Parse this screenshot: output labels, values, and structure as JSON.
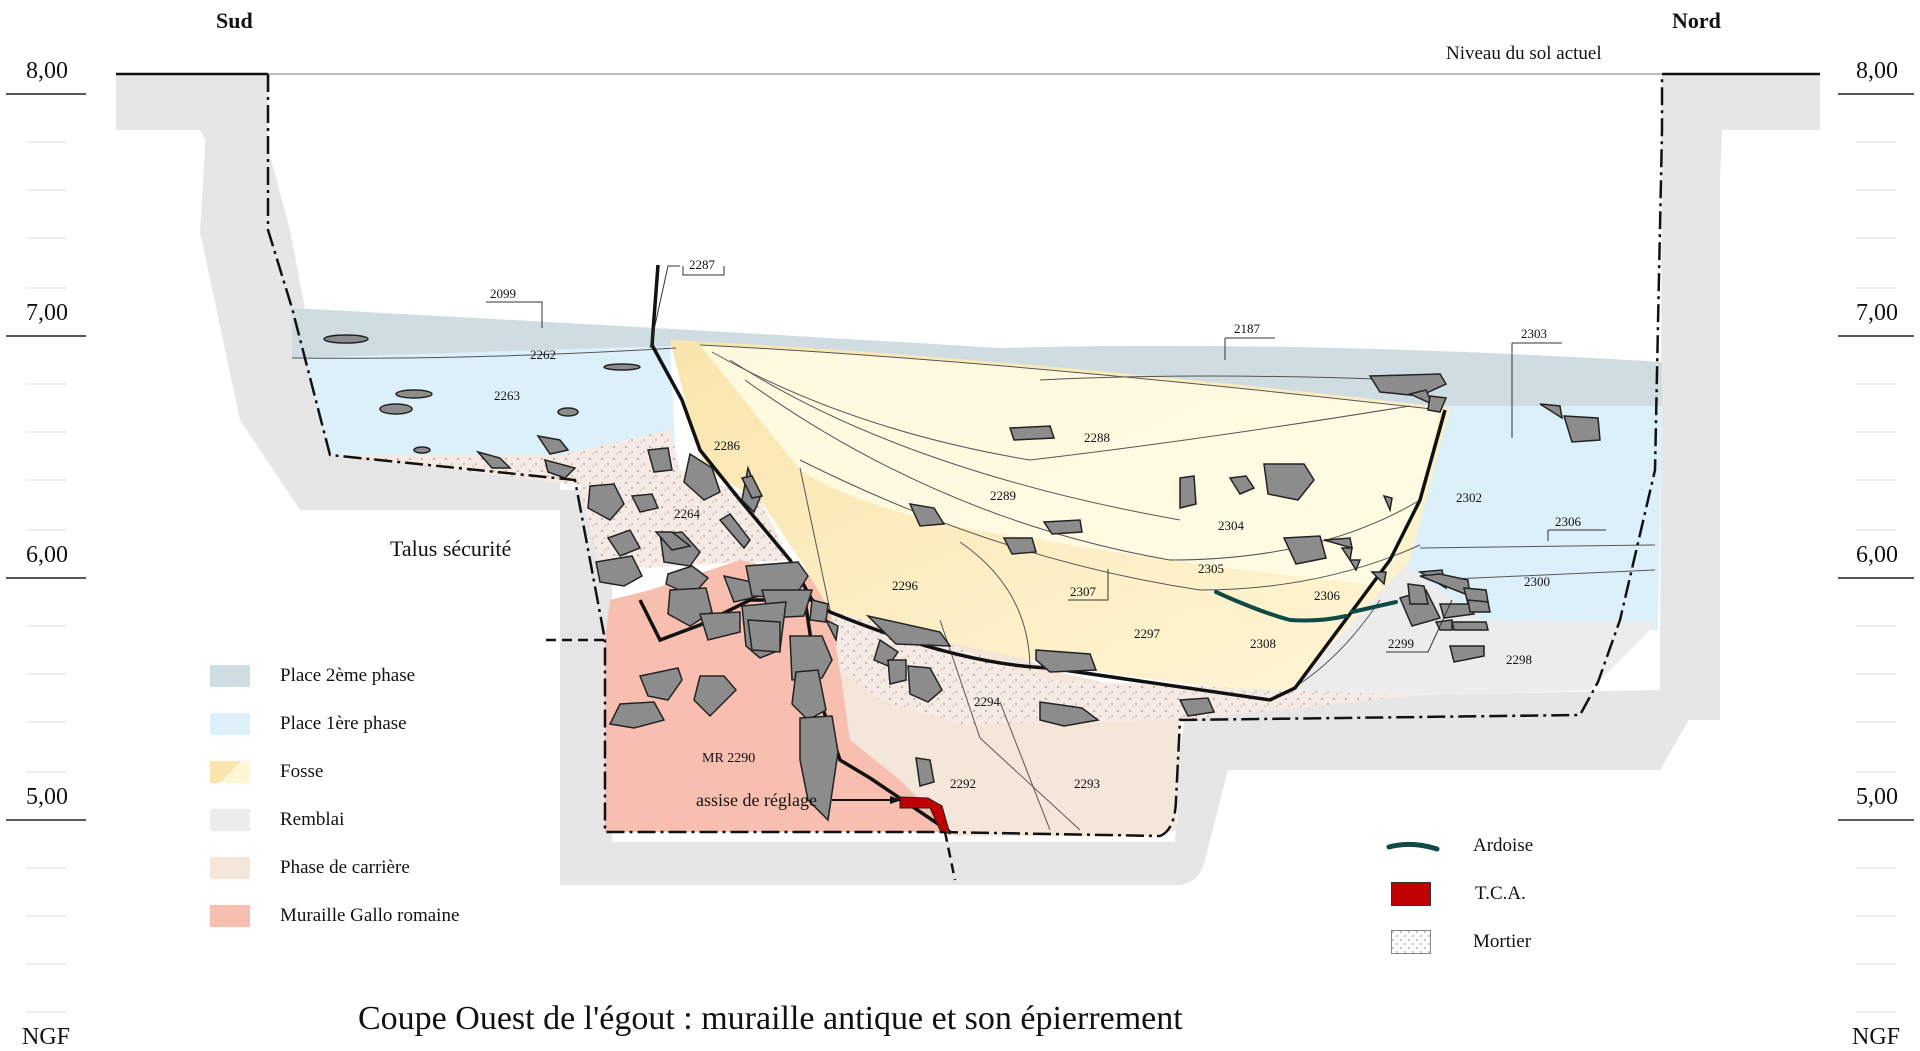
{
  "orientation": {
    "left": "Sud",
    "right": "Nord"
  },
  "niveau_label": "Niveau du sol actuel",
  "talus_label": "Talus sécurité",
  "title": "Coupe Ouest de l'égout : muraille antique et son épierrement",
  "scale": {
    "left": [
      "8,00",
      "7,00",
      "6,00",
      "5,00",
      "NGF"
    ],
    "right": [
      "8,00",
      "7,00",
      "6,00",
      "5,00",
      "NGF"
    ]
  },
  "legend": [
    {
      "label": "Place 2ème phase",
      "color": "#cfdde3"
    },
    {
      "label": "Place 1ère phase",
      "color": "#dcf0fa"
    },
    {
      "label": "Fosse",
      "color": "#f9e7b4"
    },
    {
      "label": "Remblai",
      "color": "#ececec"
    },
    {
      "label": "Phase de carrière",
      "color": "#f5e6da"
    },
    {
      "label": "Muraille Gallo romaine",
      "color": "#f8bfb0"
    }
  ],
  "legend2": [
    {
      "label": "Ardoise",
      "icon": "ardoise-icon",
      "color": "#0f4a46"
    },
    {
      "label": "T.C.A.",
      "icon": "tca-icon",
      "color": "#c00000"
    },
    {
      "label": "Mortier",
      "icon": "mortier-icon",
      "color": "#f6f6f6"
    }
  ],
  "us_labels": {
    "u2099": "2099",
    "u2287": "2287",
    "u2187": "2187",
    "u2303": "2303",
    "u2262": "2262",
    "u2263": "2263",
    "u2286": "2286",
    "u2264": "2264",
    "u2288": "2288",
    "u2289": "2289",
    "u2304": "2304",
    "u2305": "2305",
    "u2296": "2296",
    "u2307": "2307",
    "u2297": "2297",
    "u2308": "2308",
    "u2306": "2306",
    "u2306b": "2306",
    "u2302": "2302",
    "u2300": "2300",
    "u2299": "2299",
    "u2298": "2298",
    "u2294": "2294",
    "u2292": "2292",
    "u2293": "2293",
    "mr2290": "MR 2290",
    "assise": "assise de réglage"
  }
}
